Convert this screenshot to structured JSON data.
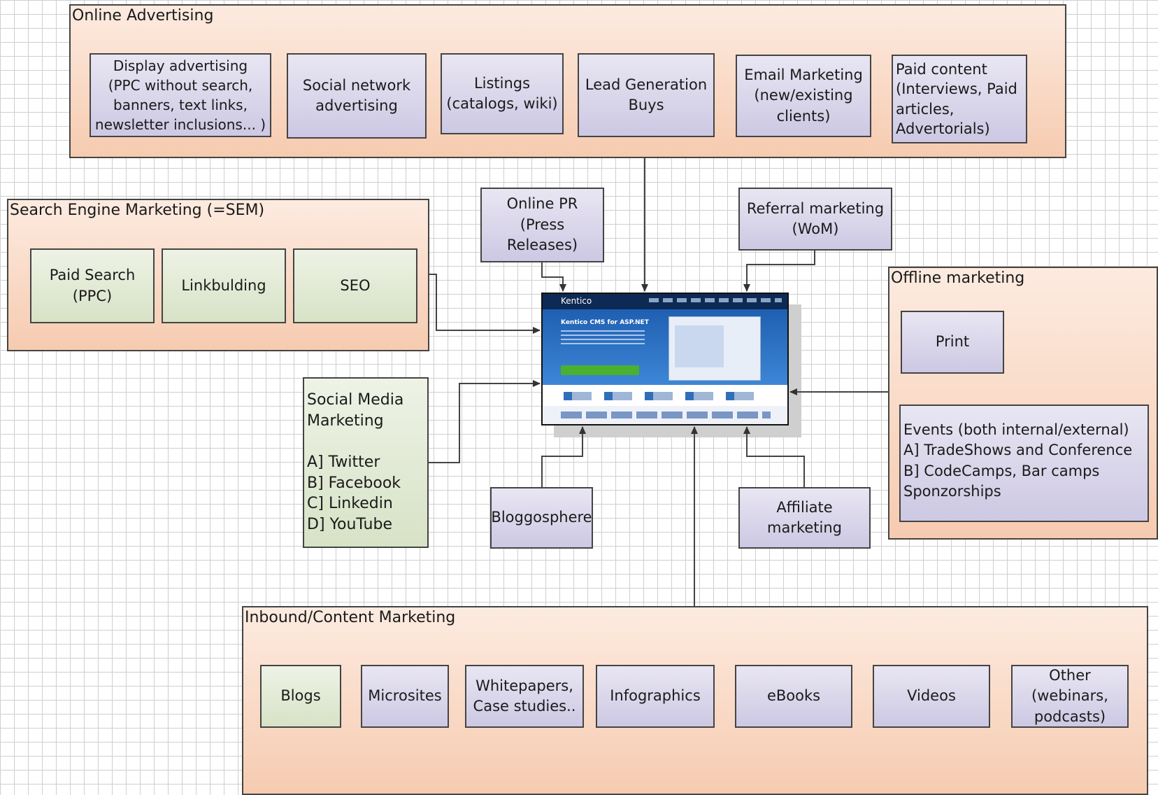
{
  "online_advertising": {
    "title": "Online Advertising",
    "items": [
      "Display advertising\n(PPC without search,\nbanners, text links,\nnewsletter inclusions... )",
      "Social network\nadvertising",
      "Listings\n(catalogs, wiki)",
      "Lead Generation\nBuys",
      "Email Marketing\n(new/existing\nclients)",
      "Paid content\n(Interviews, Paid\narticles,\nAdvertorials)"
    ]
  },
  "sem": {
    "title": "Search Engine Marketing (=SEM)",
    "items": [
      "Paid Search\n(PPC)",
      "Linkbulding",
      "SEO"
    ]
  },
  "online_pr": "Online PR\n(Press Releases)",
  "referral": "Referral marketing\n(WoM)",
  "social_media": "Social Media\nMarketing\n\nA] Twitter\nB] Facebook\nC] Linkedin\nD] YouTube",
  "bloggosphere": "Bloggosphere",
  "affiliate": "Affiliate\nmarketing",
  "offline": {
    "title": "Offline marketing",
    "print": "Print",
    "events": "Events (both internal/external)\nA] TradeShows and Conference\nB] CodeCamps, Bar camps\nSponzorships"
  },
  "inbound": {
    "title": "Inbound/Content Marketing",
    "items": [
      "Blogs",
      "Microsites",
      "Whitepapers,\nCase studies..",
      "Infographics",
      "eBooks",
      "Videos",
      "Other\n(webinars,\npodcasts)"
    ]
  },
  "website": {
    "logo": "Kentico",
    "hero_title": "Kentico CMS for ASP.NET"
  }
}
